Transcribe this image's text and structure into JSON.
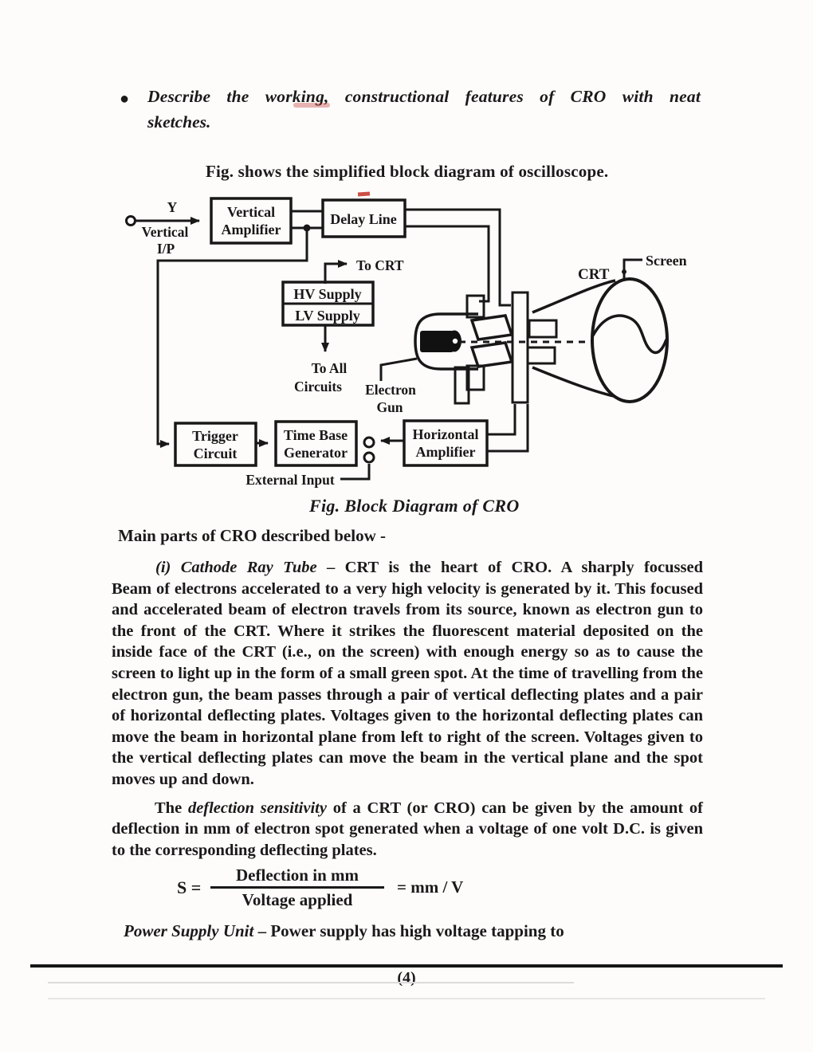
{
  "page": {
    "question_bullet": "●",
    "question_line1": "Describe the working, constructional features of CRO with neat",
    "question_line2": "sketches.",
    "fig_intro": "Fig. shows the simplified block diagram of oscilloscope.",
    "fig_caption": "Fig. Block Diagram of CRO",
    "main_parts_line": "Main parts of CRO described below -",
    "footer_page_number": "(4)"
  },
  "diagram": {
    "input_label_y": "Y",
    "input_label_vertical": "Vertical",
    "input_label_ip": "I/P",
    "vertical_amplifier_line1": "Vertical",
    "vertical_amplifier_line2": "Amplifier",
    "delay_line": "Delay Line",
    "to_crt": "To CRT",
    "hv_supply": "HV Supply",
    "lv_supply": "LV Supply",
    "to_all_line1": "To All",
    "to_all_line2": "Circuits",
    "electron_gun_line1": "Electron",
    "electron_gun_line2": "Gun",
    "crt": "CRT",
    "screen": "Screen",
    "trigger_line1": "Trigger",
    "trigger_line2": "Circuit",
    "time_base_line1": "Time Base",
    "time_base_line2": "Generator",
    "horizontal_amp_line1": "Horizontal",
    "horizontal_amp_line2": "Amplifier",
    "external_input": "External Input"
  },
  "body": {
    "item1_label": "(i) Cathode Ray Tube",
    "item1_text": " – CRT is the heart of CRO. A sharply focussed",
    "para1": "Beam of electrons accelerated to a very high velocity is generated by it. This focused and accelerated beam of electron travels from its source, known as electron gun to the front of the CRT. Where it strikes the fluorescent material deposited on the inside face of the CRT (i.e., on the screen) with enough energy so as to cause the screen to light up in the form of a small green spot. At the time of travelling from the electron gun, the beam passes through a pair of vertical deflecting plates and a pair of horizontal deflecting plates. Voltages given to the horizontal deflecting plates can move the beam in horizontal plane from left to right of the screen. Voltages given to the vertical deflecting plates can move the beam in the vertical plane and the spot moves up and down.",
    "para2_lead": "The ",
    "para2_emph": "deflection sensitivity",
    "para2_rest": " of a CRT (or CRO) can be given by the amount of deflection in mm of electron spot generated when a voltage of one volt D.C. is given to the corresponding deflecting plates.",
    "formula_s": "S =",
    "formula_numerator": "Deflection in mm",
    "formula_denominator": "Voltage applied",
    "formula_result": "= mm / V",
    "power_label": "Power Supply Unit",
    "power_text": " – Power supply has high voltage tapping to"
  },
  "colors": {
    "ink": "#1a1a1a",
    "paper": "#fdfcfa",
    "red_artifact": "#c23026"
  }
}
